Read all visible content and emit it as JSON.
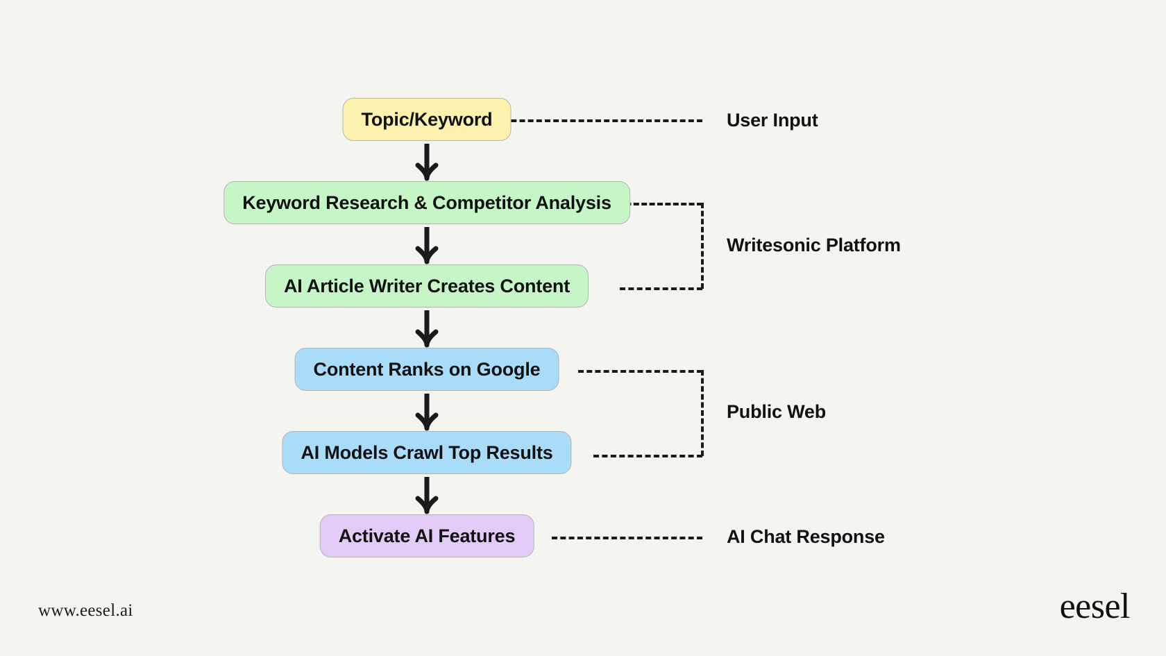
{
  "diagram": {
    "background_color": "#f4f4f1",
    "nodes": [
      {
        "id": "topic-keyword",
        "label": "Topic/Keyword",
        "color": "#fcf2ae",
        "color_name": "yellow"
      },
      {
        "id": "keyword-research",
        "label": "Keyword Research & Competitor Analysis",
        "color": "#c6f5c8",
        "color_name": "green"
      },
      {
        "id": "ai-article-writer",
        "label": "AI Article Writer Creates Content",
        "color": "#c6f5c8",
        "color_name": "green"
      },
      {
        "id": "content-ranks",
        "label": "Content Ranks on Google",
        "color": "#a8dcf8",
        "color_name": "blue"
      },
      {
        "id": "ai-models-crawl",
        "label": "AI Models Crawl Top Results",
        "color": "#a8dcf8",
        "color_name": "blue"
      },
      {
        "id": "activate-ai-features",
        "label": "Activate AI Features",
        "color": "#e2ccf7",
        "color_name": "purple"
      }
    ],
    "group_labels": [
      {
        "id": "user-input",
        "label": "User Input"
      },
      {
        "id": "writesonic-platform",
        "label": "Writesonic Platform"
      },
      {
        "id": "public-web",
        "label": "Public Web"
      },
      {
        "id": "ai-chat-response",
        "label": "AI Chat Response"
      }
    ],
    "arrow_count": 5,
    "edge_color": "#1a1a1a"
  },
  "footer": {
    "url": "www.eesel.ai",
    "brand": "eesel"
  }
}
